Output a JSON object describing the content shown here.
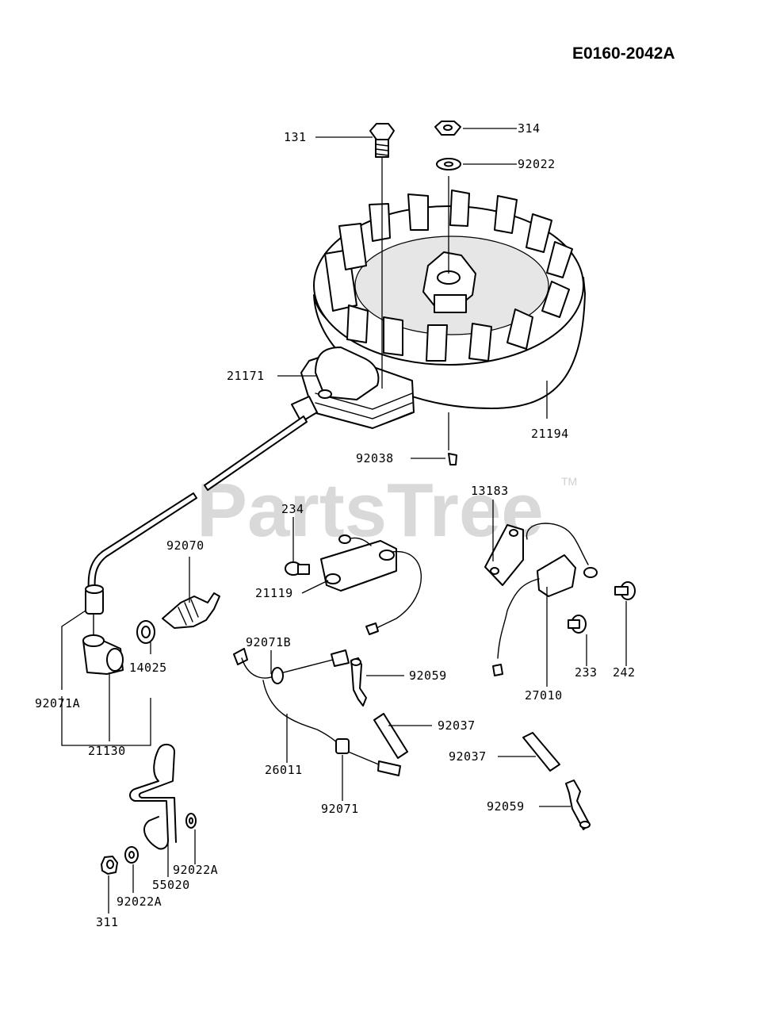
{
  "header": {
    "diagram_code": "E0160-2042A"
  },
  "watermark": {
    "brand": "PartsTree",
    "trademark": "TM"
  },
  "callouts": {
    "p131": "131",
    "p314": "314",
    "p92022": "92022",
    "p21171": "21171",
    "p21194": "21194",
    "p92038": "92038",
    "p13183": "13183",
    "p234": "234",
    "p92070": "92070",
    "p21119": "21119",
    "p92071B": "92071B",
    "p14025": "14025",
    "p92071A": "92071A",
    "p21130": "21130",
    "p92059a": "92059",
    "p92037a": "92037",
    "p26011": "26011",
    "p92071": "92071",
    "p233": "233",
    "p242": "242",
    "p27010": "27010",
    "p92037b": "92037",
    "p92059b": "92059",
    "p92022A_right": "92022A",
    "p55020": "55020",
    "p92022A_left": "92022A",
    "p311": "311"
  }
}
